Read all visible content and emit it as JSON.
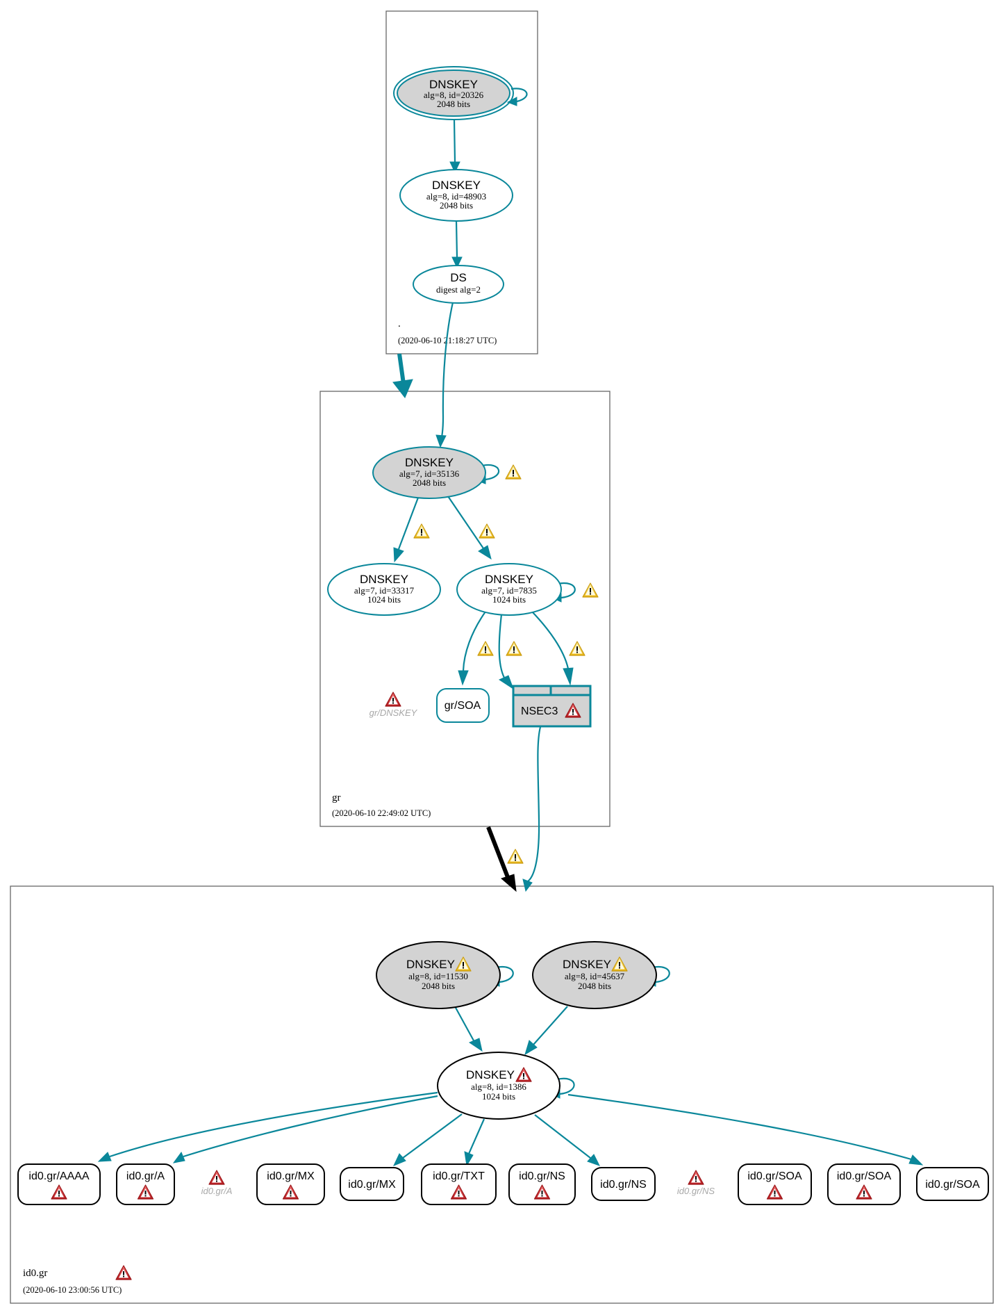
{
  "colors": {
    "secure_edge": "#0a879a",
    "insecure_edge": "#000000",
    "sep_fill": "#d3d3d3",
    "warning_yellow": "#f3c628",
    "error_red": "#c8282c"
  },
  "zones": {
    "root": {
      "name": ".",
      "timestamp": "(2020-06-10 21:18:27 UTC)",
      "nodes": {
        "ksk": {
          "title": "DNSKEY",
          "line1": "alg=8, id=20326",
          "line2": "2048 bits"
        },
        "zsk": {
          "title": "DNSKEY",
          "line1": "alg=8, id=48903",
          "line2": "2048 bits"
        },
        "ds": {
          "title": "DS",
          "line1": "digest alg=2"
        }
      }
    },
    "gr": {
      "name": "gr",
      "timestamp": "(2020-06-10 22:49:02 UTC)",
      "nodes": {
        "ksk": {
          "title": "DNSKEY",
          "line1": "alg=7, id=35136",
          "line2": "2048 bits"
        },
        "zsk1": {
          "title": "DNSKEY",
          "line1": "alg=7, id=33317",
          "line2": "1024 bits"
        },
        "zsk2": {
          "title": "DNSKEY",
          "line1": "alg=7, id=7835",
          "line2": "1024 bits"
        },
        "soa": {
          "title": "gr/SOA"
        },
        "nsec3": {
          "title": "NSEC3"
        },
        "dnskey_ghost": {
          "title": "gr/DNSKEY"
        }
      }
    },
    "id0": {
      "name": "id0.gr",
      "timestamp": "(2020-06-10 23:00:56 UTC)",
      "nodes": {
        "ksk1": {
          "title": "DNSKEY",
          "line1": "alg=8, id=11530",
          "line2": "2048 bits"
        },
        "ksk2": {
          "title": "DNSKEY",
          "line1": "alg=8, id=45637",
          "line2": "2048 bits"
        },
        "zsk": {
          "title": "DNSKEY",
          "line1": "alg=8, id=1386",
          "line2": "1024 bits"
        }
      },
      "rrsets": [
        {
          "label": "id0.gr/AAAA",
          "error": true
        },
        {
          "label": "id0.gr/A",
          "error": true
        },
        {
          "label": "id0.gr/A",
          "ghost": true
        },
        {
          "label": "id0.gr/MX",
          "error": true
        },
        {
          "label": "id0.gr/MX",
          "error": false
        },
        {
          "label": "id0.gr/TXT",
          "error": true
        },
        {
          "label": "id0.gr/NS",
          "error": true
        },
        {
          "label": "id0.gr/NS",
          "error": false
        },
        {
          "label": "id0.gr/NS",
          "ghost": true
        },
        {
          "label": "id0.gr/SOA",
          "error": true
        },
        {
          "label": "id0.gr/SOA",
          "error": true
        },
        {
          "label": "id0.gr/SOA",
          "error": false
        }
      ]
    }
  }
}
